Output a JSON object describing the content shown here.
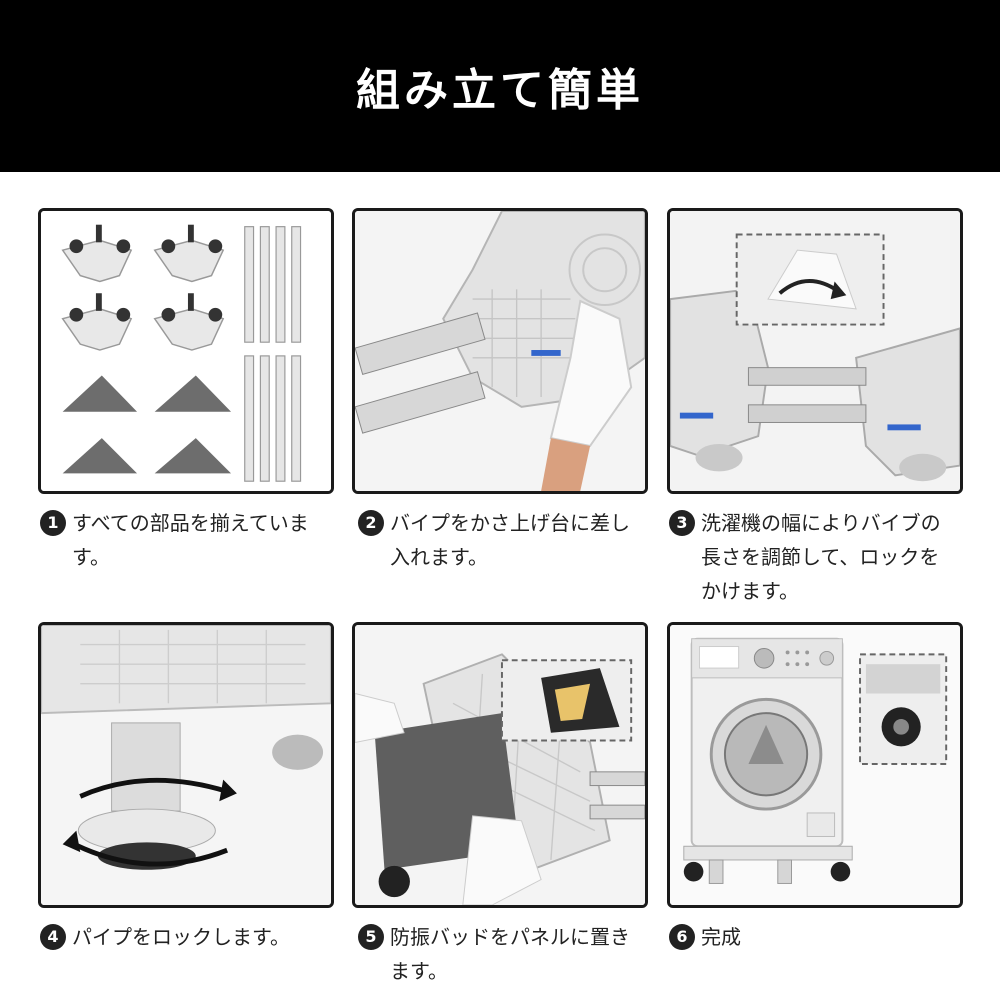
{
  "header": {
    "title": "組み立て簡単"
  },
  "steps": [
    {
      "number": "1",
      "text": "すべての部品を揃えています。"
    },
    {
      "number": "2",
      "text": "バイプをかさ上げ台に差し入れます。"
    },
    {
      "number": "3",
      "text": "洗濯機の幅によりバイブの長さを調節して、ロックをかけます。"
    },
    {
      "number": "4",
      "text": "パイプをロックします。"
    },
    {
      "number": "5",
      "text": "防振バッドをパネルに置きます。"
    },
    {
      "number": "6",
      "text": "完成"
    }
  ],
  "colors": {
    "header_bg": "#000000",
    "panel_border": "#1a1a1a",
    "badge": "#222222"
  }
}
